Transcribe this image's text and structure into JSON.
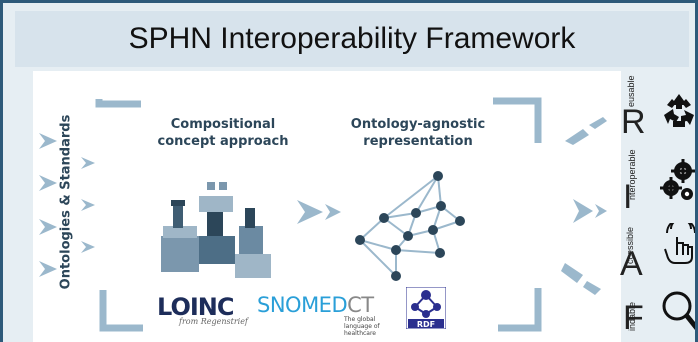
{
  "title": "SPHN Interoperability Framework",
  "side_label": "Ontologies & Standards",
  "columns": {
    "compositional": [
      "Compositional",
      "concept approach"
    ],
    "ontology": [
      "Ontology-agnostic",
      "representation"
    ]
  },
  "logos": {
    "loinc": "LOINC",
    "loinc_tagline": "from Regenstrief",
    "snomed_main": "SNOMED",
    "snomed_ct": "CT",
    "snomed_tagline": [
      "The global",
      "language of",
      "healthcare"
    ],
    "rdf": "RDF"
  },
  "fair": [
    {
      "letter": "F",
      "rest": "indable",
      "icon": "magnifier-icon"
    },
    {
      "letter": "A",
      "rest": "ccessible",
      "icon": "pointing-hand-icon"
    },
    {
      "letter": "I",
      "rest": "nteroperable",
      "icon": "gears-icon"
    },
    {
      "letter": "R",
      "rest": "eusable",
      "icon": "recycle-icon"
    }
  ],
  "colors": {
    "frame_border": "#2e5a7a",
    "title_bg": "#d7e3ec",
    "arrow_blue": "#9bb8cc",
    "dark_blue": "#2c4659",
    "snomed_blue": "#2a9fd8"
  }
}
